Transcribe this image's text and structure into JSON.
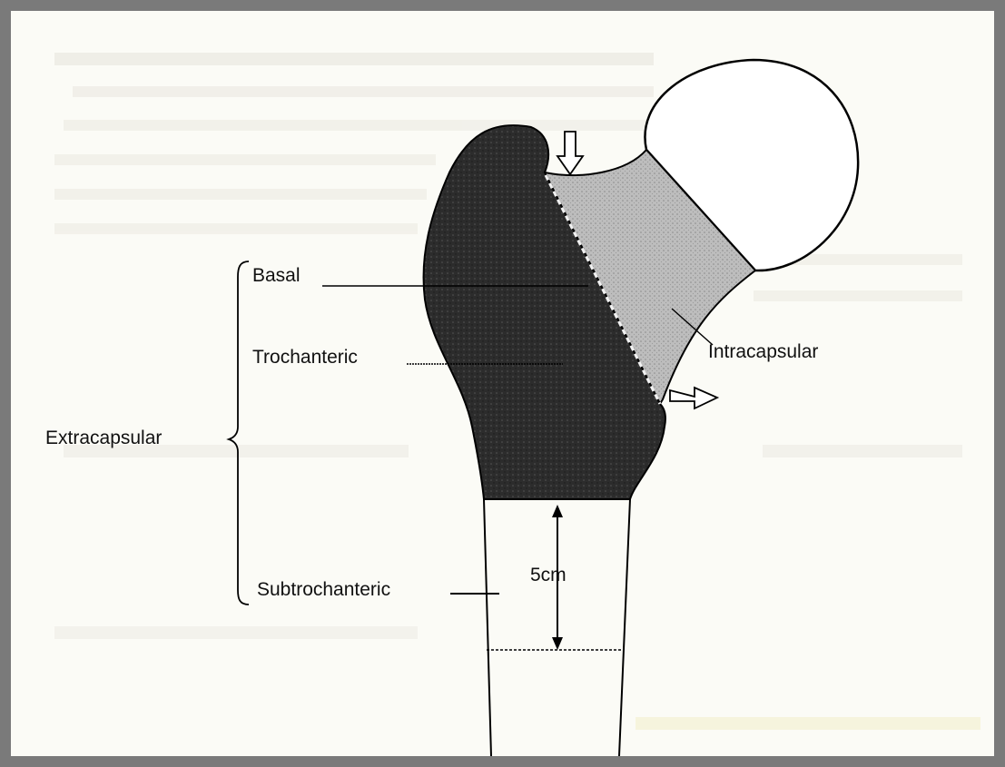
{
  "diagram": {
    "labels": {
      "basal": "Basal",
      "trochanteric": "Trochanteric",
      "intracapsular": "Intracapsular",
      "extracapsular": "Extracapsular",
      "subtrochanteric": "Subtrochanteric",
      "measurement": "5cm"
    },
    "colors": {
      "trochanter_region": "#2f2f2f",
      "neck_region": "#b5b5b5",
      "outline": "#000000",
      "page_background": "#fbfbf6",
      "frame_border": "#7a7a7a"
    }
  }
}
